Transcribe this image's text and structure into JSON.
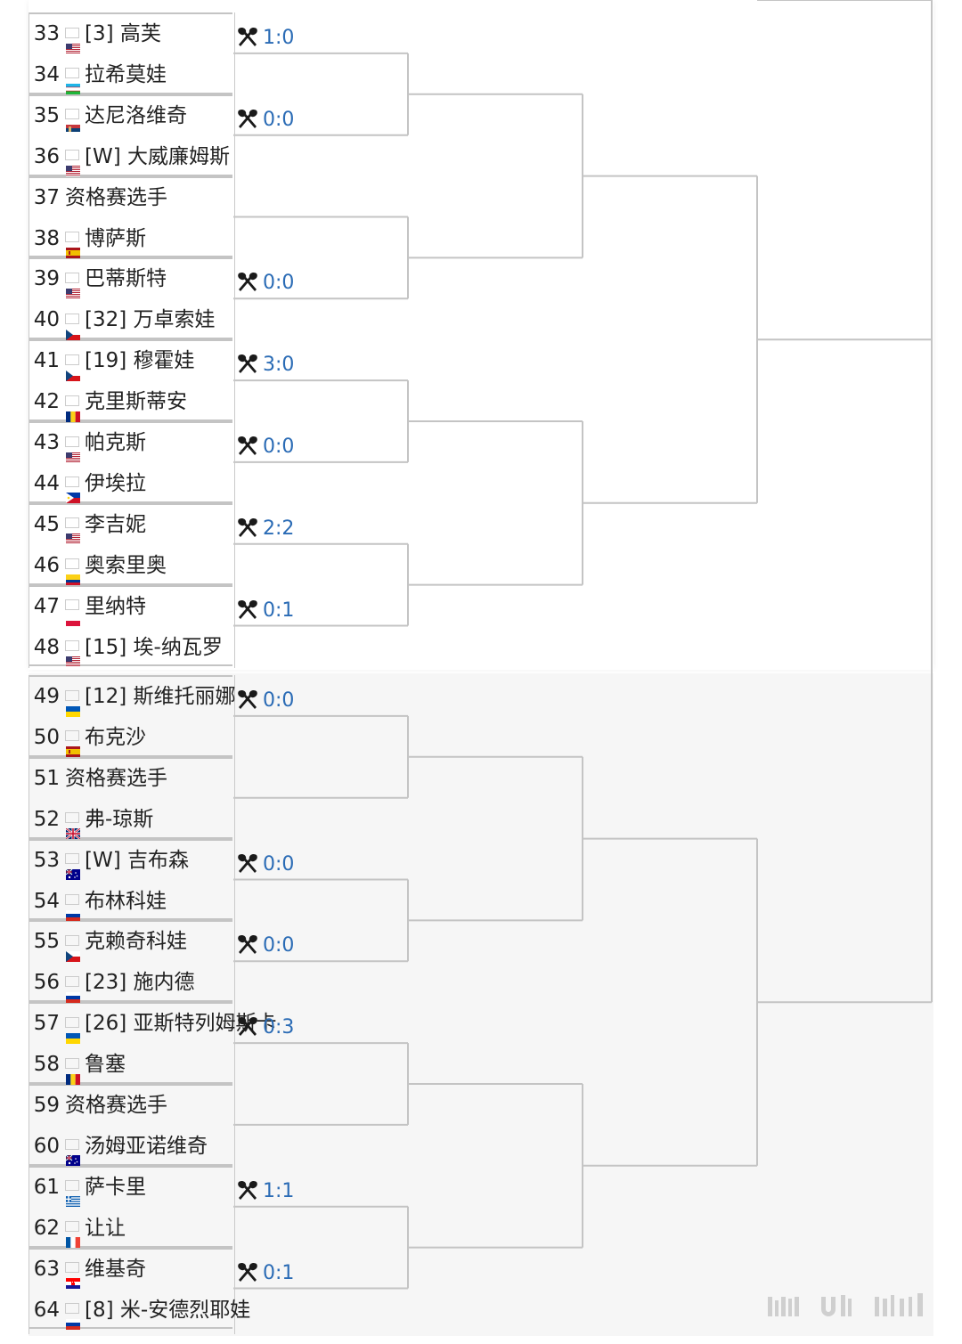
{
  "upper_players": [
    {
      "num": "33",
      "flag": "us",
      "name": "[3] 高芙"
    },
    {
      "num": "34",
      "flag": "uz",
      "name": "拉希莫娃"
    },
    {
      "num": "35",
      "flag": "rs",
      "name": "达尼洛维奇"
    },
    {
      "num": "36",
      "flag": "us",
      "name": "[W] 大威廉姆斯"
    },
    {
      "num": "37",
      "flag": "",
      "name": "资格赛选手"
    },
    {
      "num": "38",
      "flag": "es",
      "name": "博萨斯"
    },
    {
      "num": "39",
      "flag": "us",
      "name": "巴蒂斯特"
    },
    {
      "num": "40",
      "flag": "cz",
      "name": "[32] 万卓索娃"
    },
    {
      "num": "41",
      "flag": "cz",
      "name": "[19] 穆霍娃"
    },
    {
      "num": "42",
      "flag": "ro",
      "name": "克里斯蒂安"
    },
    {
      "num": "43",
      "flag": "us",
      "name": "帕克斯"
    },
    {
      "num": "44",
      "flag": "ph",
      "name": "伊埃拉"
    },
    {
      "num": "45",
      "flag": "us",
      "name": "李吉妮"
    },
    {
      "num": "46",
      "flag": "co",
      "name": "奥索里奥"
    },
    {
      "num": "47",
      "flag": "pl",
      "name": "里纳特"
    },
    {
      "num": "48",
      "flag": "us",
      "name": "[15] 埃-纳瓦罗"
    }
  ],
  "lower_players": [
    {
      "num": "49",
      "flag": "ua",
      "name": "[12] 斯维托丽娜"
    },
    {
      "num": "50",
      "flag": "es",
      "name": "布克沙"
    },
    {
      "num": "51",
      "flag": "",
      "name": "资格赛选手"
    },
    {
      "num": "52",
      "flag": "gb",
      "name": "弗-琼斯"
    },
    {
      "num": "53",
      "flag": "au",
      "name": "[W] 吉布森"
    },
    {
      "num": "54",
      "flag": "ru",
      "name": "布林科娃"
    },
    {
      "num": "55",
      "flag": "cz",
      "name": "克赖奇科娃"
    },
    {
      "num": "56",
      "flag": "ru",
      "name": "[23] 施内德"
    },
    {
      "num": "57",
      "flag": "ua",
      "name": "[26] 亚斯特列姆斯卡"
    },
    {
      "num": "58",
      "flag": "ro",
      "name": "鲁塞"
    },
    {
      "num": "59",
      "flag": "",
      "name": "资格赛选手"
    },
    {
      "num": "60",
      "flag": "au",
      "name": "汤姆亚诺维奇"
    },
    {
      "num": "61",
      "flag": "gr",
      "name": "萨卡里"
    },
    {
      "num": "62",
      "flag": "fr",
      "name": "让让"
    },
    {
      "num": "63",
      "flag": "hr",
      "name": "维基奇"
    },
    {
      "num": "64",
      "flag": "ru",
      "name": "[8] 米-安德烈耶娃"
    }
  ],
  "upper_scores": [
    {
      "pair": 0,
      "text": "1:0"
    },
    {
      "pair": 1,
      "text": "0:0"
    },
    {
      "pair": 3,
      "text": "0:0"
    },
    {
      "pair": 4,
      "text": "3:0"
    },
    {
      "pair": 5,
      "text": "0:0"
    },
    {
      "pair": 6,
      "text": "2:2"
    },
    {
      "pair": 7,
      "text": "0:1"
    }
  ],
  "lower_scores": [
    {
      "pair": 0,
      "text": "0:0"
    },
    {
      "pair": 2,
      "text": "0:0"
    },
    {
      "pair": 3,
      "text": "0:0"
    },
    {
      "pair": 4,
      "text": "0:3"
    },
    {
      "pair": 6,
      "text": "1:1"
    },
    {
      "pair": 7,
      "text": "0:1"
    }
  ],
  "icons": {
    "score": "crossed-rackets-icon",
    "watermark": "watermark-logo"
  },
  "colors": {
    "score": "#2a6bb5",
    "line": "#c4c4c4",
    "lower_bg": "#f6f6f6"
  }
}
